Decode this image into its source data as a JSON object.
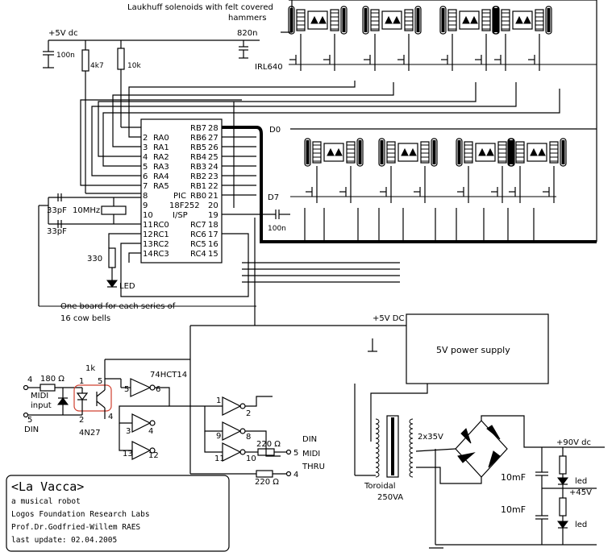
{
  "header": {
    "solenoids": "Laukhuff solenoids  with felt covered",
    "hammers": "hammers",
    "supply_5v": "+5V dc",
    "cap_820n": "820n",
    "mosfet": "IRL640",
    "cap_100n_top": "100n",
    "r_4k7": "4k7",
    "r_10k": "10k"
  },
  "pic": {
    "name": "PIC",
    "part": "18F252",
    "isp": "I/SP",
    "left_pins": [
      {
        "num": "2",
        "label": "RA0"
      },
      {
        "num": "3",
        "label": "RA1"
      },
      {
        "num": "4",
        "label": "RA2"
      },
      {
        "num": "5",
        "label": "RA3"
      },
      {
        "num": "6",
        "label": "RA4"
      },
      {
        "num": "7",
        "label": "RA5"
      },
      {
        "num": "8",
        "label": ""
      },
      {
        "num": "9",
        "label": ""
      },
      {
        "num": "10",
        "label": ""
      },
      {
        "num": "11",
        "label": "RC0"
      },
      {
        "num": "12",
        "label": "RC1"
      },
      {
        "num": "13",
        "label": "RC2"
      },
      {
        "num": "14",
        "label": "RC3"
      }
    ],
    "right_pins": [
      {
        "num": "28",
        "label": "RB7"
      },
      {
        "num": "27",
        "label": "RB6"
      },
      {
        "num": "26",
        "label": "RB5"
      },
      {
        "num": "25",
        "label": "RB4"
      },
      {
        "num": "24",
        "label": "RB3"
      },
      {
        "num": "23",
        "label": "RB2"
      },
      {
        "num": "22",
        "label": "RB1"
      },
      {
        "num": "21",
        "label": "RB0"
      },
      {
        "num": "20",
        "label": ""
      },
      {
        "num": "19",
        "label": ""
      },
      {
        "num": "18",
        "label": "RC7"
      },
      {
        "num": "17",
        "label": "RC6"
      },
      {
        "num": "16",
        "label": "RC5"
      },
      {
        "num": "15",
        "label": "RC4"
      }
    ]
  },
  "labels": {
    "d0": "D0",
    "d7": "D7",
    "cap_100n_mid": "100n",
    "cap_33pf_1": "33pF",
    "cap_33pf_2": "33pF",
    "crystal": "10MHz",
    "r_330": "330",
    "led_pic": "LED",
    "note_line1": "One board for each series of",
    "note_line2": "16 cow bells",
    "supply_5v_dc": "+5V DC",
    "psu": "5V power supply",
    "r_1k": "1k",
    "r_180": "180 Ω",
    "midi_input_1": "MIDI",
    "midi_input_2": "input",
    "din_in": "DIN",
    "opto": "4N27",
    "gate_chip": "74HCT14",
    "r_220_1": "220 Ω",
    "r_220_2": "220 Ω",
    "din_thru_1": "DIN",
    "din_thru_2": "MIDI",
    "din_thru_3": "THRU",
    "toroidal_1": "Toroidal",
    "toroidal_2": "250VA",
    "secondary": "2x35V",
    "supply_90v": "+90V dc",
    "supply_45v": "+45V",
    "cap_10mf_1": "10mF",
    "cap_10mf_2": "10mF",
    "led_1": "led",
    "led_2": "led"
  },
  "pin_numbers": {
    "in4": "4",
    "in5": "5",
    "op1": "1",
    "op2": "2",
    "op4": "4",
    "op5": "5",
    "g5": "5",
    "g6": "6",
    "g3": "3",
    "g4": "4",
    "g13": "13",
    "g12": "12",
    "g1": "1",
    "g2": "2",
    "g9": "9",
    "g8": "8",
    "g11": "11",
    "g10": "10",
    "out5": "5",
    "out4": "4"
  },
  "title_block": {
    "title": "<La Vacca>",
    "subtitle": "a musical robot",
    "lab": "Logos Foundation Research Labs",
    "author": "Prof.Dr.Godfried-Willem RAES",
    "update_label": "last update:",
    "update_date": "02.04.2005"
  }
}
